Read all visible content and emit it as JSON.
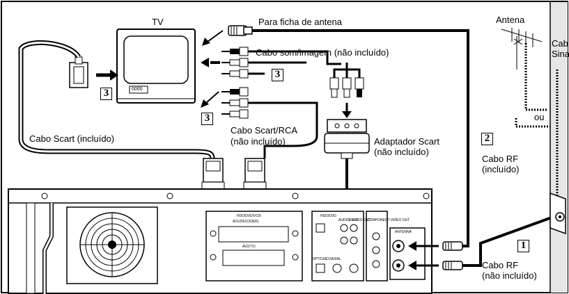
{
  "labels": {
    "tv": "TV",
    "antenna_plug": "Para ficha de antena",
    "antenna": "Antena",
    "av_cable": "Cabo som/imagem (não incluído)",
    "scart_cable": "Cabo Scart (incluído)",
    "scart_rca_1": "Cabo Scart/RCA",
    "scart_rca_2": "(não incluído)",
    "scart_adapter_1": "Adaptador Scart",
    "scart_adapter_2": "(não incluído)",
    "rf_cable_1": "Cabo RF",
    "rf_cable_2": "(incluído)",
    "rf_cable_b1": "Cabo RF",
    "rf_cable_b2": "(não incluído)",
    "cable_sig_1": "Cab",
    "cable_sig_2": "Sina",
    "or": "ou",
    "tv_display": "0000"
  },
  "steps": {
    "s1": "1",
    "s2": "2",
    "s3a": "3",
    "s3b": "3",
    "s3c": "3"
  },
  "panel_labels": {
    "hdd_dvd_vcr": "HDD/DVD/VCR",
    "av_decoder": "AV1(DECODER)",
    "av2_tv": "AV2(TV)",
    "hdd_dvd": "HDD/DVD",
    "optical": "OPTICAL",
    "coaxial": "COAXIAL",
    "audio_out": "AUDIO OUT",
    "s_video_out": "S-VIDEO OUT",
    "component_out": "COMPONENT VIDEO OUT",
    "antenna_panel": "ANTENNA"
  }
}
